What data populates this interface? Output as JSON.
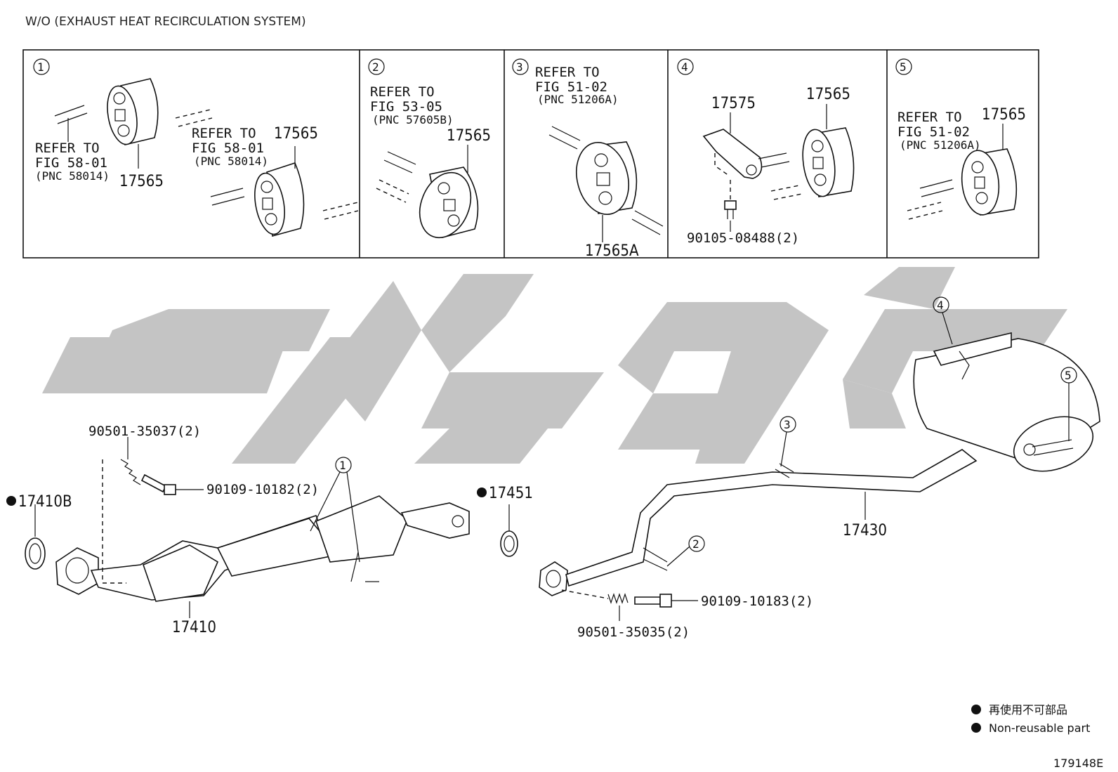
{
  "header": {
    "title": "W/O (EXHAUST HEAT RECIRCULATION SYSTEM)"
  },
  "panels": [
    {
      "num": "1",
      "refs": [
        {
          "line1": "REFER TO",
          "line2": "FIG 58-01",
          "line3": "(PNC 58014)"
        },
        {
          "line1": "REFER TO",
          "line2": "FIG 58-01",
          "line3": "(PNC 58014)"
        }
      ],
      "parts": [
        "17565",
        "17565"
      ]
    },
    {
      "num": "2",
      "refs": [
        {
          "line1": "REFER TO",
          "line2": "FIG 53-05",
          "line3": "(PNC 57605B)"
        }
      ],
      "parts": [
        "17565"
      ]
    },
    {
      "num": "3",
      "refs": [
        {
          "line1": "REFER TO",
          "line2": "FIG 51-02",
          "line3": "(PNC 51206A)"
        }
      ],
      "parts": [
        "17565A"
      ]
    },
    {
      "num": "4",
      "parts": [
        "17575",
        "17565",
        "90105-08488(2)"
      ]
    },
    {
      "num": "5",
      "refs": [
        {
          "line1": "REFER TO",
          "line2": "FIG 51-02",
          "line3": "(PNC 51206A)"
        }
      ],
      "parts": [
        "17565"
      ]
    }
  ],
  "main_parts": {
    "gasket_front": "17410B",
    "front_pipe": "17410",
    "gasket_mid": "17451",
    "tail_pipe": "17430",
    "spring_front": "90501-35037(2)",
    "bolt_front": "90109-10182(2)",
    "spring_rear": "90501-35035(2)",
    "bolt_rear": "90109-10183(2)"
  },
  "callouts": [
    "1",
    "2",
    "3",
    "4",
    "5"
  ],
  "legend": {
    "jp": "再使用不可部品",
    "en": "Non-reusable part"
  },
  "figure_id": "179148E"
}
